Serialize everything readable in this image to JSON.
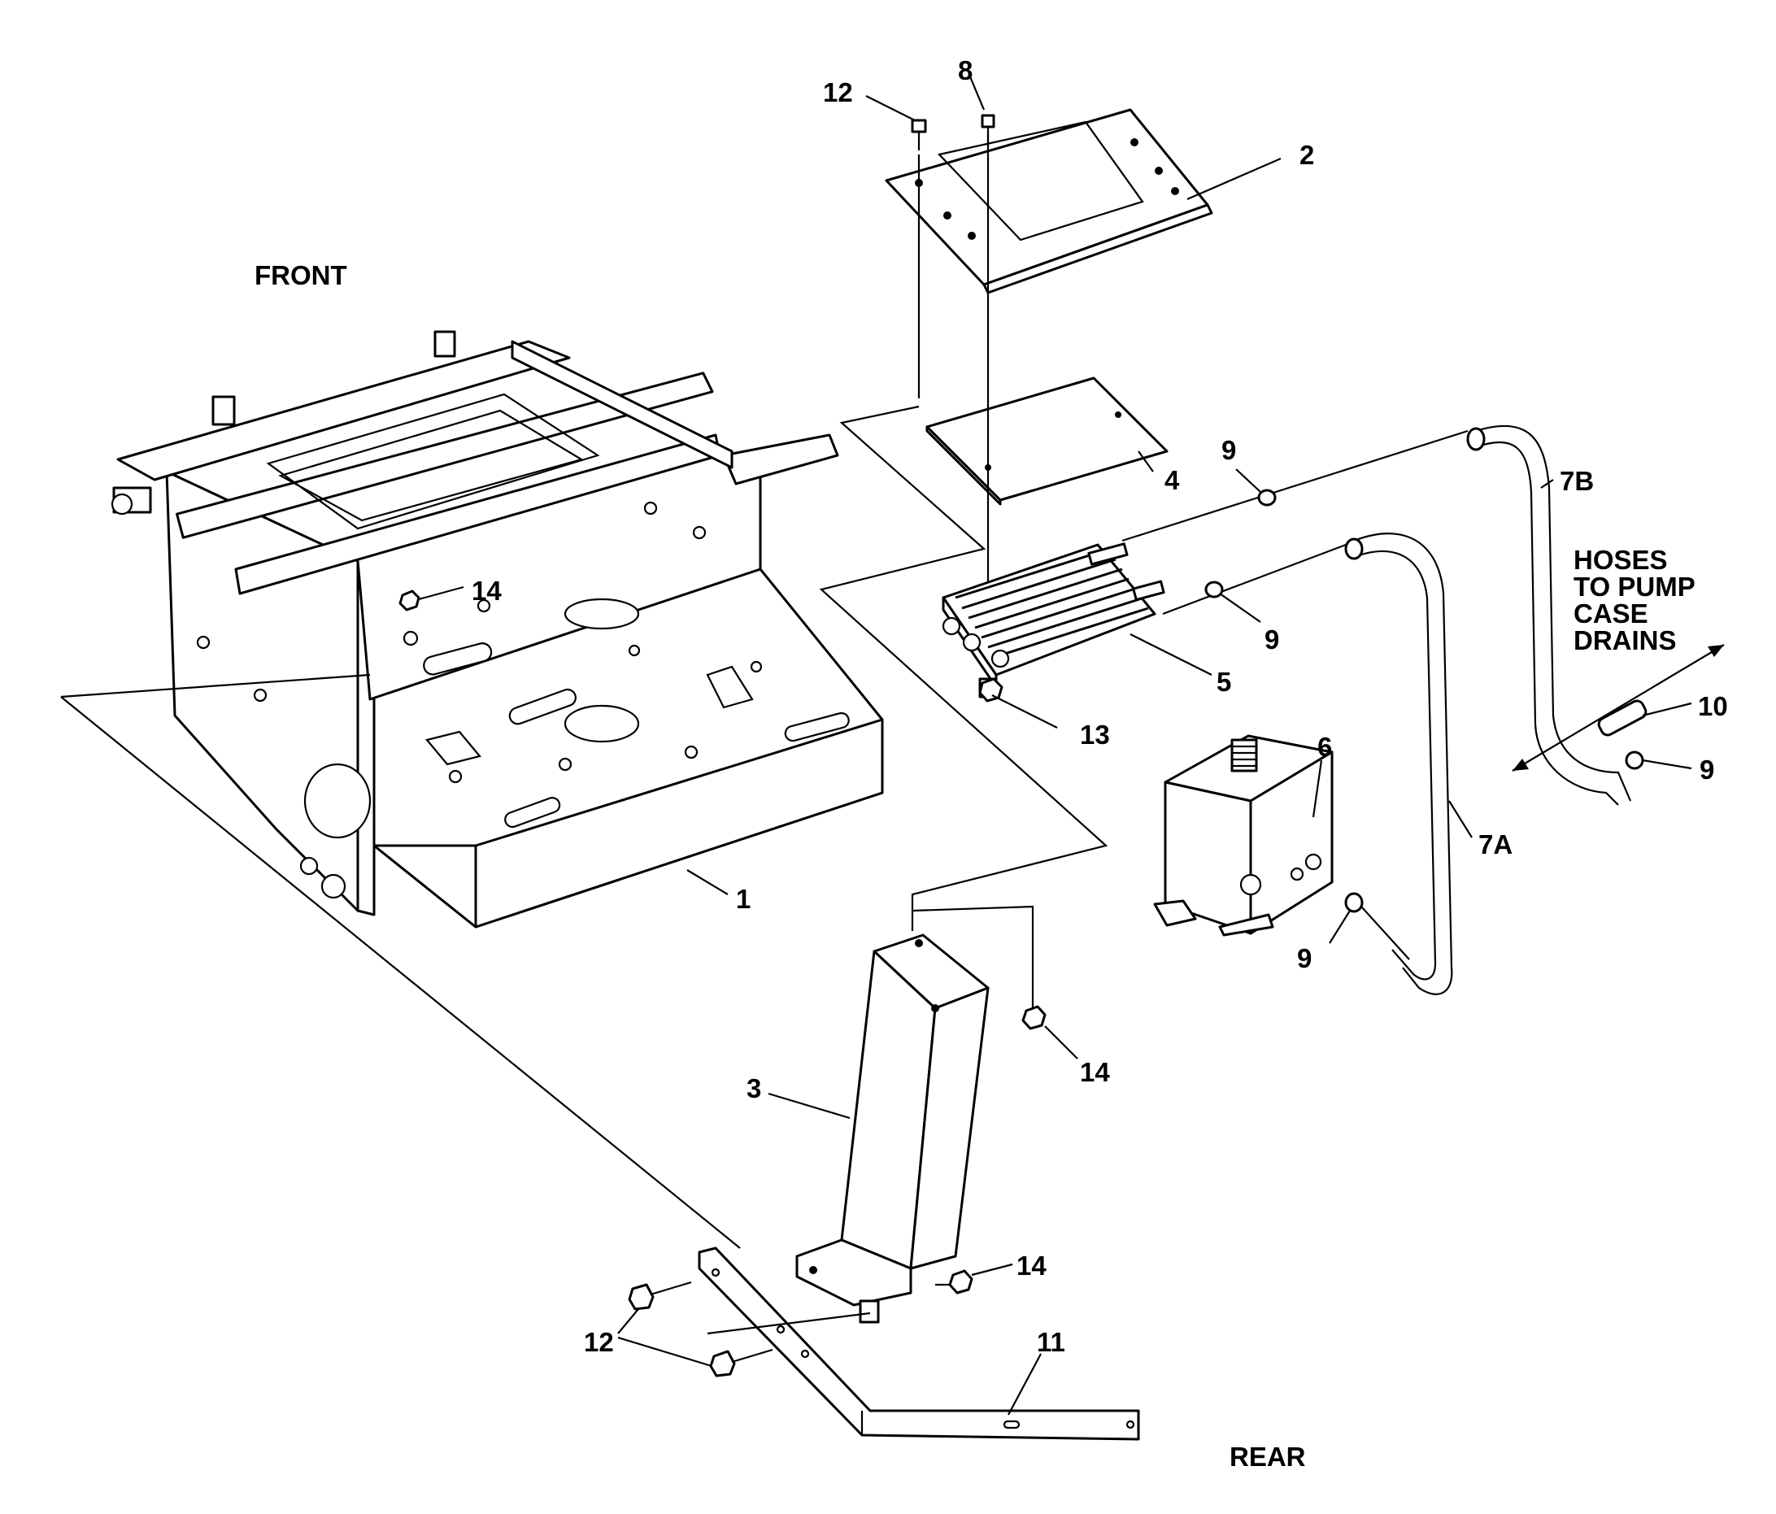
{
  "labels": {
    "front": "FRONT",
    "rear": "REAR",
    "hoses_note": [
      "HOSES",
      "TO PUMP",
      "CASE",
      "DRAINS"
    ]
  },
  "callouts": {
    "c1": "1",
    "c2": "2",
    "c3": "3",
    "c4": "4",
    "c5": "5",
    "c6": "6",
    "c7a": "7A",
    "c7b": "7B",
    "c8": "8",
    "c9a": "9",
    "c9b": "9",
    "c9c": "9",
    "c9d": "9",
    "c10": "10",
    "c11": "11",
    "c12a": "12",
    "c12b": "12",
    "c13": "13",
    "c14a": "14",
    "c14b": "14",
    "c14c": "14"
  }
}
